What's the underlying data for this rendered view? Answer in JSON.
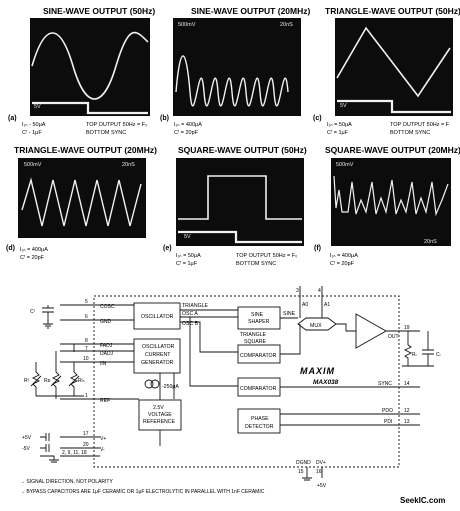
{
  "scopes": [
    {
      "tag": "(a)",
      "title": "SINE-WAVE OUTPUT (50Hz)",
      "scale_left": "",
      "scale_right": "",
      "bottom_label": "5V",
      "cap1": "I₁ₙ - 50μA",
      "cap2": "Cᶠ - 1μF",
      "cap3": "TOP   OUTPUT 50Hz = F₀",
      "cap4": "BOTTOM   SYNC"
    },
    {
      "tag": "(b)",
      "title": "SINE-WAVE OUTPUT (20MHz)",
      "scale_left": "500mV",
      "scale_right": "20nS",
      "bottom_label": "",
      "cap1": "I₁ₙ = 400μA",
      "cap2": "Cᶠ = 20pF",
      "cap3": "",
      "cap4": ""
    },
    {
      "tag": "(c)",
      "title": "TRIANGLE-WAVE OUTPUT (50Hz)",
      "scale_left": "",
      "scale_right": "",
      "bottom_label": "5V",
      "cap1": "I₁ₙ = 50μA",
      "cap2": "Cᶠ = 1μF",
      "cap3": "TOP   OUTPUT 50Hz = F",
      "cap4": "BOTTOM   SYNC"
    },
    {
      "tag": "(d)",
      "title": "TRIANGLE-WAVE OUTPUT (20MHz)",
      "scale_left": "500mV",
      "scale_right": "20nS",
      "bottom_label": "",
      "cap1": "I₁ₙ = 400μA",
      "cap2": "Cᶠ = 20pF",
      "cap3": "",
      "cap4": ""
    },
    {
      "tag": "(e)",
      "title": "SQUARE-WAVE OUTPUT (50Hz)",
      "scale_left": "",
      "scale_right": "",
      "bottom_label": "5V",
      "cap1": "I₁ₙ = 50μA",
      "cap2": "Cᶠ = 1μF",
      "cap3": "TOP   OUTPUT 50Hz = F₀",
      "cap4": "BOTTOM   SYNC"
    },
    {
      "tag": "(f)",
      "title": "SQUARE-WAVE OUTPUT (20MHz)",
      "scale_left": "500mV",
      "scale_right": "20nS",
      "bottom_label": "",
      "cap1": "I₁ₙ = 400μA",
      "cap2": "Cᶠ = 20pF",
      "cap3": "",
      "cap4": ""
    }
  ],
  "schematic": {
    "brand": "MAXIM",
    "part": "MAX038",
    "blocks": {
      "oscillator": "OSCILLATOR",
      "osc_current_1": "OSCILLATOR",
      "osc_current_2": "CURRENT",
      "osc_current_3": "GENERATOR",
      "sine_1": "SINE",
      "sine_2": "SHAPER",
      "comp1": "COMPARATOR",
      "comp2": "COMPARATOR",
      "mux": "MUX",
      "ref_1": "2.5V",
      "ref_2": "VOLTAGE",
      "ref_3": "REFERENCE",
      "phase_1": "PHASE",
      "phase_2": "DETECTOR",
      "current": "-250μA"
    },
    "pins_left": [
      {
        "num": "5",
        "name": "COSC"
      },
      {
        "num": "6",
        "name": "GND"
      },
      {
        "num": "8",
        "name": "FADJ"
      },
      {
        "num": "7",
        "name": "DADJ"
      },
      {
        "num": "10",
        "name": "IIN"
      },
      {
        "num": "1",
        "name": "REF"
      },
      {
        "num": "17",
        "name": "V+"
      },
      {
        "num": "20",
        "name": "V-"
      },
      {
        "num": "",
        "name": "2, 9, 11, 18"
      }
    ],
    "pins_right": [
      {
        "num": "19",
        "name": "OUT"
      },
      {
        "num": "14",
        "name": "SYNC"
      },
      {
        "num": "12",
        "name": "PDO"
      },
      {
        "num": "13",
        "name": "PDI"
      }
    ],
    "pins_top": [
      {
        "num": "3",
        "name": "A0"
      },
      {
        "num": "4",
        "name": "A1"
      }
    ],
    "pins_bottom": [
      {
        "num": "15",
        "name": "DGND"
      },
      {
        "num": "16",
        "name": "DV+"
      }
    ],
    "signals": {
      "triangle": "TRIANGLE",
      "sine": "SINE",
      "square": "SQUARE",
      "osc_a": "OSC A",
      "osc_b": "OSC B",
      "triangle2": "TRIANGLE"
    },
    "externals": {
      "cf": "Cᶠ",
      "rl": "Rₗ",
      "cl": "Cₗ",
      "rf": "Rᶠ",
      "rd": "Rᴅ",
      "rin": "Rᴵₙ",
      "plus5v": "+5V",
      "minus5v": "-5V",
      "plus5v_b": "+5V"
    },
    "notes": [
      "→  SIGNAL DIRECTION, NOT POLARITY",
      "→  BYPASS CAPACITORS ARE 1μF CERAMIC OR 1μF ELECTROLYTIC IN PARALLEL WITH 1nF CERAMIC"
    ],
    "watermark": "SeekIC.com"
  }
}
